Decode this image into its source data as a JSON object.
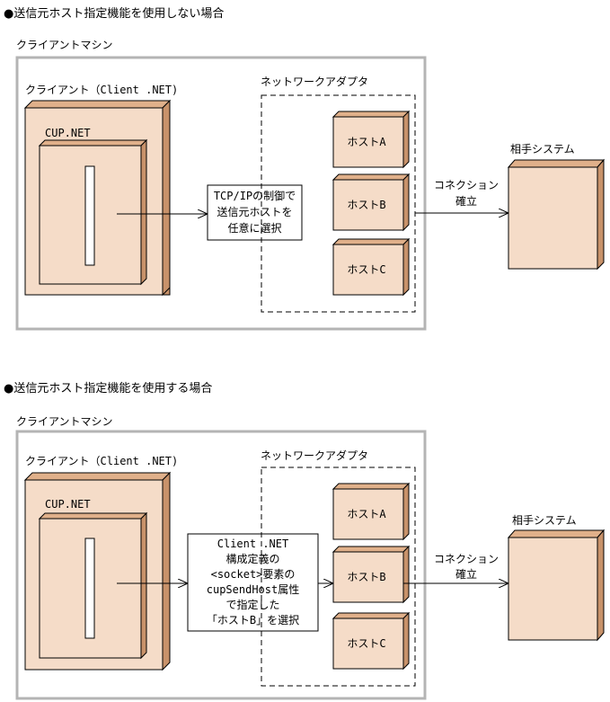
{
  "sections": [
    {
      "heading": "●送信元ホスト指定機能を使用しない場合",
      "machine_label": "クライアントマシン",
      "client_label": "クライアント（Client .NET)",
      "cup_label": "CUP.NET",
      "adapter_label": "ネットワークアダプタ",
      "hosts": [
        "ホストA",
        "ホストB",
        "ホストC"
      ],
      "note_lines": [
        "TCP/IPの制御で",
        "送信元ホストを",
        "任意に選択"
      ],
      "connection_lines": [
        "コネクション",
        "確立"
      ],
      "partner_label": "相手システム"
    },
    {
      "heading": "●送信元ホスト指定機能を使用する場合",
      "machine_label": "クライアントマシン",
      "client_label": "クライアント（Client .NET)",
      "cup_label": "CUP.NET",
      "adapter_label": "ネットワークアダプタ",
      "hosts": [
        "ホストA",
        "ホストB",
        "ホストC"
      ],
      "note_lines": [
        "Client .NET",
        "構成定義の",
        "<socket>要素の",
        "cupSendHost属性",
        "で指定した",
        "「ホストB」を選択"
      ],
      "connection_lines": [
        "コネクション",
        "確立"
      ],
      "partner_label": "相手システム"
    }
  ],
  "colors": {
    "box_fill": "#f5dcc8",
    "box_side": "#c8926a",
    "box_top": "#e0b08a",
    "machine_border": "#b4b4b4",
    "line": "#000000"
  }
}
